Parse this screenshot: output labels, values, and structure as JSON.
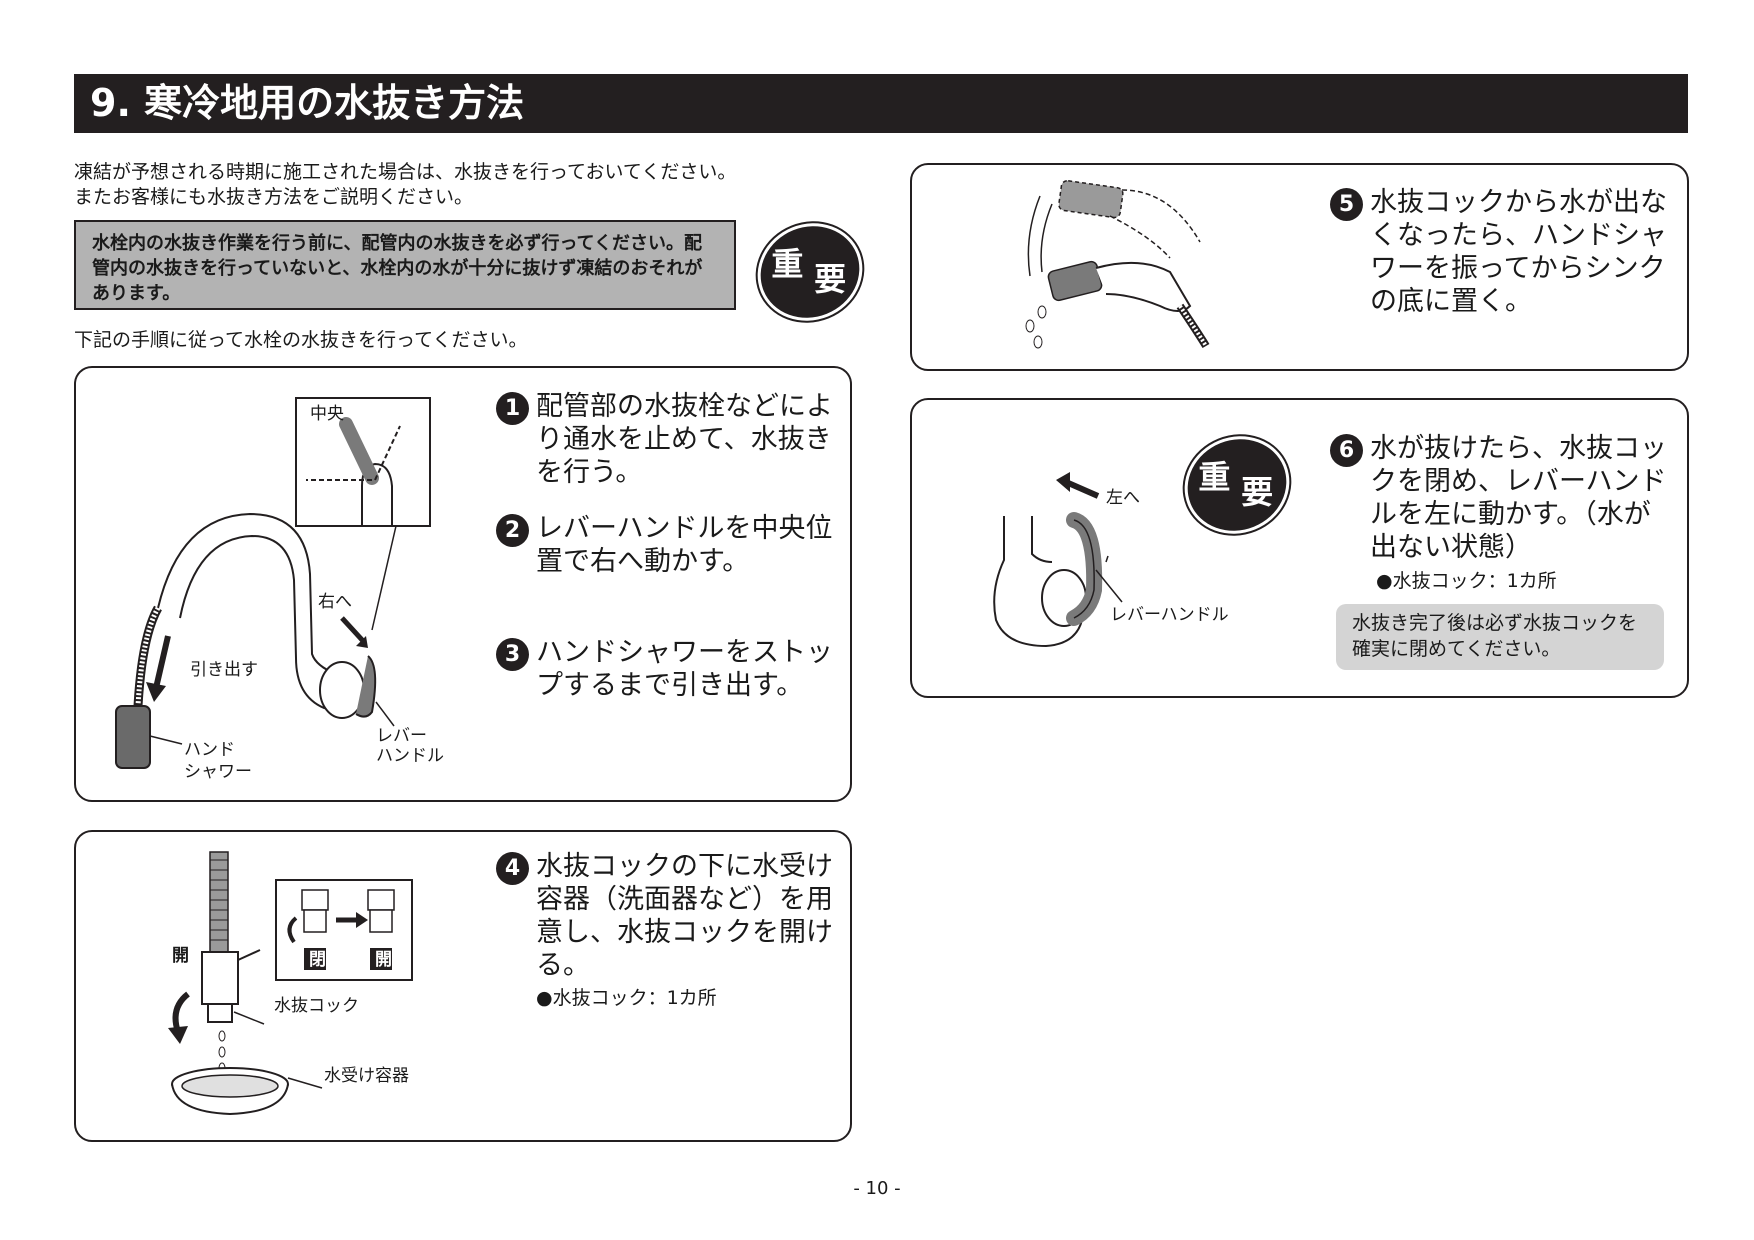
{
  "title": "9. 寒冷地用の水抜き方法",
  "intro": {
    "line1": "凍結が予想される時期に施工された場合は、水抜きを行っておいてください。",
    "line2": "またお客様にも水抜き方法をご説明ください。"
  },
  "warning": {
    "text": "水栓内の水抜き作業を行う前に、配管内の水抜きを必ず行ってください。配管内の水抜きを行っていないと、水栓内の水が十分に抜けず凍結のおそれがあります。"
  },
  "stamp": {
    "char1": "重",
    "char2": "要"
  },
  "follow_text": "下記の手順に従って水栓の水抜きを行ってください。",
  "steps": [
    {
      "num": "1",
      "text": "配管部の水抜栓などにより通水を止めて、水抜きを行う。"
    },
    {
      "num": "2",
      "text": "レバーハンドルを中央位置で右へ動かす。"
    },
    {
      "num": "3",
      "text": "ハンドシャワーをストップするまで引き出す。"
    },
    {
      "num": "4",
      "text": "水抜コックの下に水受け容器（洗面器など）を用意し、水抜コックを開ける。",
      "note": "●水抜コック：1カ所"
    },
    {
      "num": "5",
      "text": "水抜コックから水が出なくなったら、ハンドシャワーを振ってからシンクの底に置く。"
    },
    {
      "num": "6",
      "text": "水が抜けたら、水抜コックを閉め、レバーハンドルを左に動かす。（水が出ない状態）",
      "note": "●水抜コック：1カ所"
    }
  ],
  "callout": "水抜き完了後は必ず水抜コックを確実に閉めてください。",
  "labels": {
    "center": "中央",
    "to_right": "右へ",
    "pull_out": "引き出す",
    "hand_shower_1": "ハンド",
    "hand_shower_2": "シャワー",
    "lever_1": "レバー",
    "lever_2": "ハンドル",
    "open": "開",
    "closed": "閉",
    "drain_cock": "水抜コック",
    "water_container": "水受け容器",
    "to_left": "左へ",
    "lever_handle": "レバーハンドル"
  },
  "page_number": "- 10 -"
}
